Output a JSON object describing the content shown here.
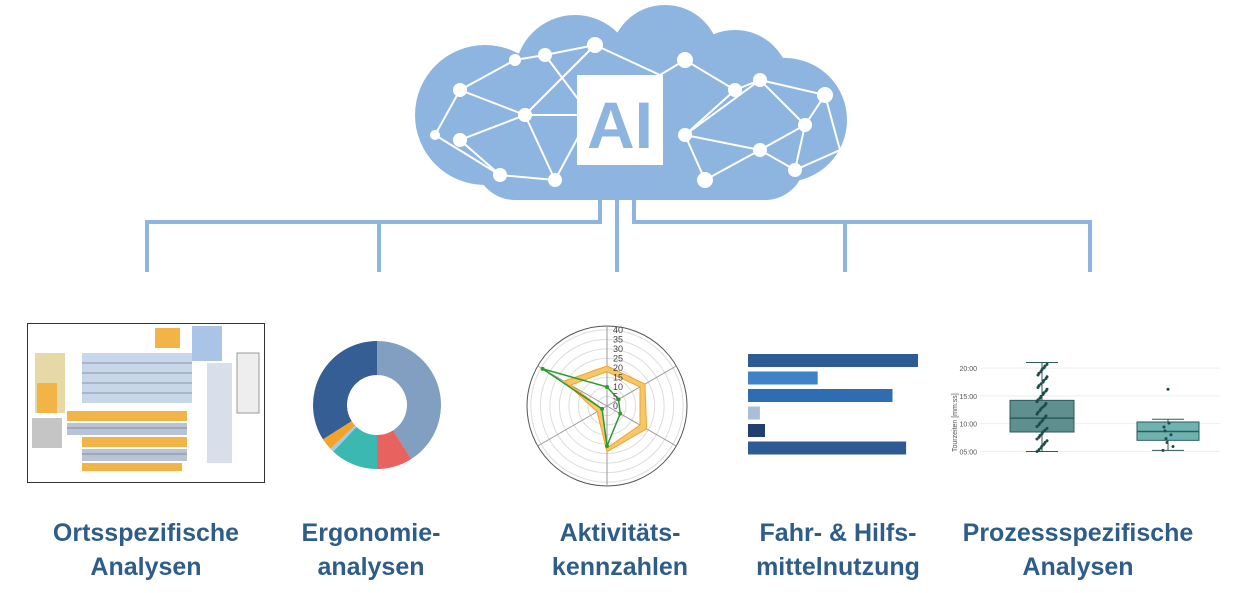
{
  "cloud": {
    "label": "AI",
    "color": "#8db5df"
  },
  "categories": [
    {
      "title_line1": "Ortsspezifische",
      "title_line2": "Analysen"
    },
    {
      "title_line1": "Ergonomie-",
      "title_line2": "analysen"
    },
    {
      "title_line1": "Aktivitäts-",
      "title_line2": "kennzahlen"
    },
    {
      "title_line1": "Fahr- & Hilfs-",
      "title_line2": "mittelnutzung"
    },
    {
      "title_line1": "Prozessspezifische",
      "title_line2": "Analysen"
    }
  ],
  "chart_data": [
    {
      "type": "pie",
      "name": "donut",
      "values": [
        41,
        9,
        12,
        1,
        3,
        34
      ],
      "colors": [
        "#809fc1",
        "#e8625f",
        "#3bb8b0",
        "#a6c8e8",
        "#f2a32a",
        "#355e94"
      ]
    },
    {
      "type": "radar",
      "name": "radar",
      "ticks": [
        "0",
        "5",
        "10",
        "15",
        "20",
        "25",
        "30",
        "35",
        "40"
      ],
      "series": [
        {
          "name": "band-inner",
          "values": [
            18,
            20,
            20,
            22,
            3,
            22
          ]
        },
        {
          "name": "band-outer",
          "values": [
            21,
            23,
            24,
            24,
            6,
            26
          ]
        },
        {
          "name": "green",
          "values": [
            10,
            7,
            8,
            21,
            3,
            39
          ]
        }
      ]
    },
    {
      "type": "bar",
      "name": "hbar",
      "values": [
        100,
        41,
        85,
        7,
        10,
        93
      ],
      "colors": [
        "#2f5b95",
        "#3f82c6",
        "#2f6db3",
        "#a9bfd9",
        "#1f3f70",
        "#2f5b95"
      ]
    },
    {
      "type": "box",
      "name": "boxplot",
      "ylabel": "Tourzeiten [mm:ss]",
      "yticks": [
        "05:00",
        "10:00",
        "15:00",
        "20:00"
      ],
      "ylim": [
        4,
        22
      ],
      "boxes": [
        {
          "min": 5,
          "q1": 8.5,
          "median": 11,
          "q3": 14.2,
          "max": 21,
          "color": "#5f8f8f"
        },
        {
          "min": 5.2,
          "q1": 7,
          "median": 8.6,
          "q3": 10.3,
          "max": 10.8,
          "outlier": 16.2,
          "color": "#6fb3b0"
        }
      ]
    }
  ]
}
